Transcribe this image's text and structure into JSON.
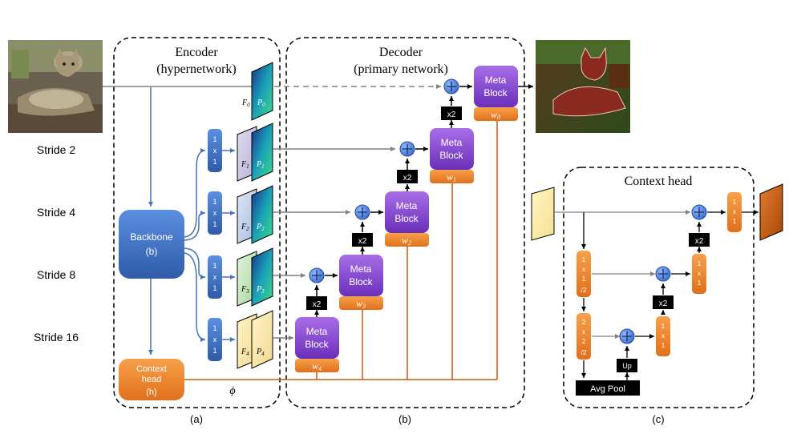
{
  "encoder": {
    "title": "Encoder",
    "subtitle": "(hypernetwork)"
  },
  "decoder": {
    "title": "Decoder",
    "subtitle": "(primary network)"
  },
  "context_head": {
    "title": "Context head"
  },
  "strides": [
    "Stride 2",
    "Stride 4",
    "Stride 8",
    "Stride 16"
  ],
  "backbone": {
    "label": "Backbone",
    "sub": "(b)"
  },
  "context": {
    "line1": "Context",
    "line2": "head",
    "sub": "(h)"
  },
  "conv1x1": [
    "1",
    "x",
    "1"
  ],
  "features": {
    "F": [
      "F",
      "F",
      "F",
      "F",
      "F"
    ],
    "F_sub": [
      "0",
      "1",
      "2",
      "3",
      "4"
    ],
    "P": [
      "P",
      "P",
      "P",
      "P",
      "P"
    ],
    "P_sub": [
      "0",
      "1",
      "2",
      "3",
      "4"
    ]
  },
  "meta_block": {
    "line1": "Meta",
    "line2": "Block"
  },
  "weights": {
    "base": [
      "w",
      "w",
      "w",
      "w",
      "w"
    ],
    "sub": [
      "0",
      "1",
      "2",
      "3",
      "4"
    ]
  },
  "x2": "x2",
  "phi": "ϕ",
  "panels": [
    "(a)",
    "(b)",
    "(c)"
  ],
  "ctx_head": {
    "conv_a": [
      "1",
      "x",
      "1",
      "/2"
    ],
    "conv_b": [
      "2",
      "x",
      "2",
      "/2"
    ],
    "conv_c": [
      "1",
      "x",
      "1"
    ],
    "conv_d": [
      "1",
      "x",
      "1"
    ],
    "conv_e": [
      "1",
      "x",
      "1"
    ],
    "up": "Up",
    "avg_pool": "Avg Pool"
  },
  "colors": {
    "blue": "#4472c4",
    "orange": "#ed7d31",
    "purple": "#7030a0",
    "gray": "#7f7f7f",
    "brown": "#c55a11"
  }
}
